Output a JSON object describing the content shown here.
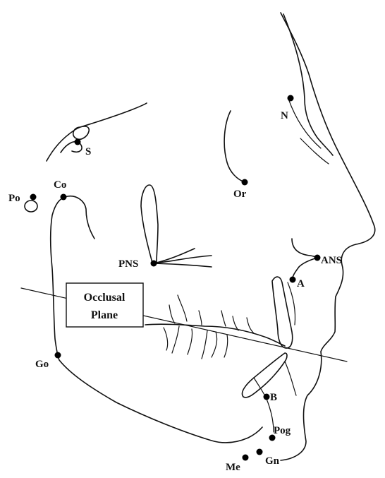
{
  "landmarks": [
    {
      "id": "N",
      "label": "N"
    },
    {
      "id": "S",
      "label": "S"
    },
    {
      "id": "Or",
      "label": "Or"
    },
    {
      "id": "Co",
      "label": "Co"
    },
    {
      "id": "Po",
      "label": "Po"
    },
    {
      "id": "PNS",
      "label": "PNS"
    },
    {
      "id": "ANS",
      "label": "ANS"
    },
    {
      "id": "A",
      "label": "A"
    },
    {
      "id": "Go",
      "label": "Go"
    },
    {
      "id": "B",
      "label": "B"
    },
    {
      "id": "Pog",
      "label": "Pog"
    },
    {
      "id": "Gn",
      "label": "Gn"
    },
    {
      "id": "Me",
      "label": "Me"
    }
  ],
  "occlusal_plane": {
    "line1": "Occlusal",
    "line2": "Plane"
  }
}
